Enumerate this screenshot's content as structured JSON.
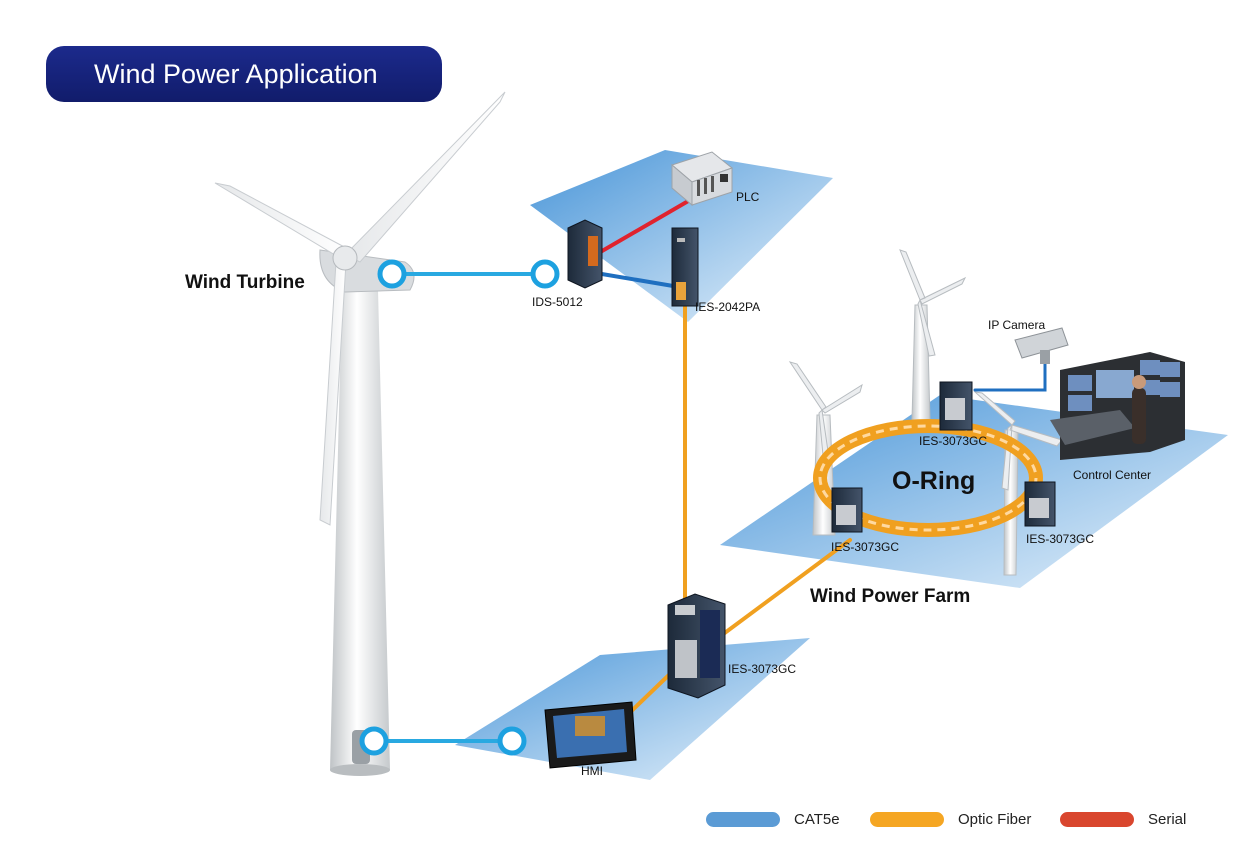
{
  "title": "Wind Power Application",
  "labels": {
    "wind_turbine": "Wind Turbine",
    "plc": "PLC",
    "ids_5012": "IDS-5012",
    "ies_2042pa": "IES-2042PA",
    "ip_camera": "IP Camera",
    "ies_3073gc_top": "IES-3073GC",
    "o_ring": "O-Ring",
    "control_center": "Control Center",
    "ies_3073gc_left": "IES-3073GC",
    "ies_3073gc_right": "IES-3073GC",
    "wind_power_farm": "Wind Power Farm",
    "ies_3073gc_main": "IES-3073GC",
    "hmi": "HMI"
  },
  "legend": [
    {
      "label": "CAT5e",
      "color": "#5b9bd5"
    },
    {
      "label": "Optic Fiber",
      "color": "#f5a623"
    },
    {
      "label": "Serial",
      "color": "#d9462e"
    }
  ],
  "colors": {
    "cat5e": "#29a9e1",
    "cat5e_dark": "#1f6fc0",
    "fiber": "#f0a020",
    "serial": "#e0232e",
    "platform": "#9cc8ec",
    "title_bg": "#15207a"
  }
}
